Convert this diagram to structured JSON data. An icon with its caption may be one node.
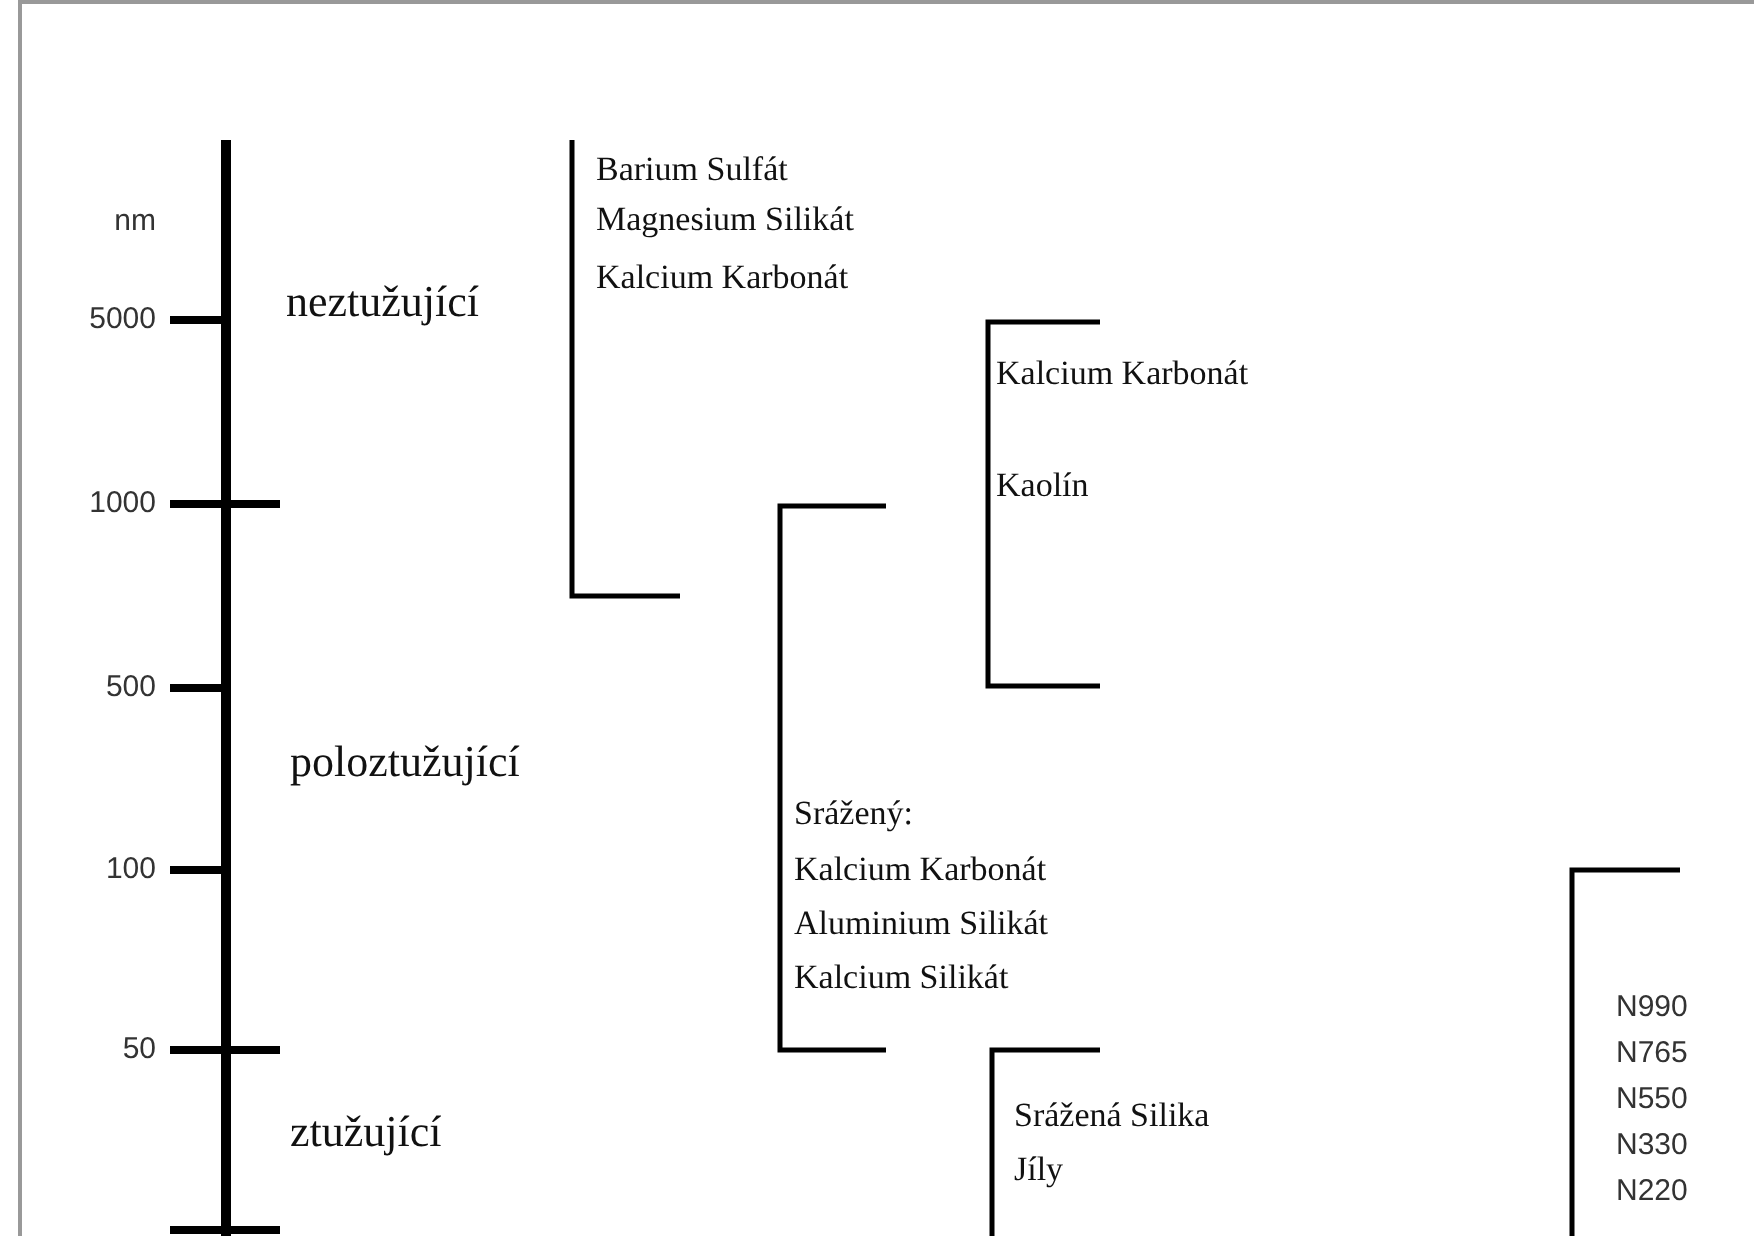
{
  "diagram": {
    "labels": [
      "nm",
      "5000",
      "1000",
      "500",
      "100",
      "50",
      "neztužující",
      "poloztužující",
      "ztužující",
      "Barium Sulfát",
      "Magnesium Silikát",
      "Kalcium Karbonát",
      "Kalcium Karbonát",
      "Kaolín",
      "Srážený:",
      "Kalcium Karbonát",
      "Aluminium Silikát",
      "Kalcium Silikát",
      "Srážená Silika",
      "Jíly",
      "N990",
      "N765",
      "N550",
      "N330",
      "N220"
    ]
  }
}
